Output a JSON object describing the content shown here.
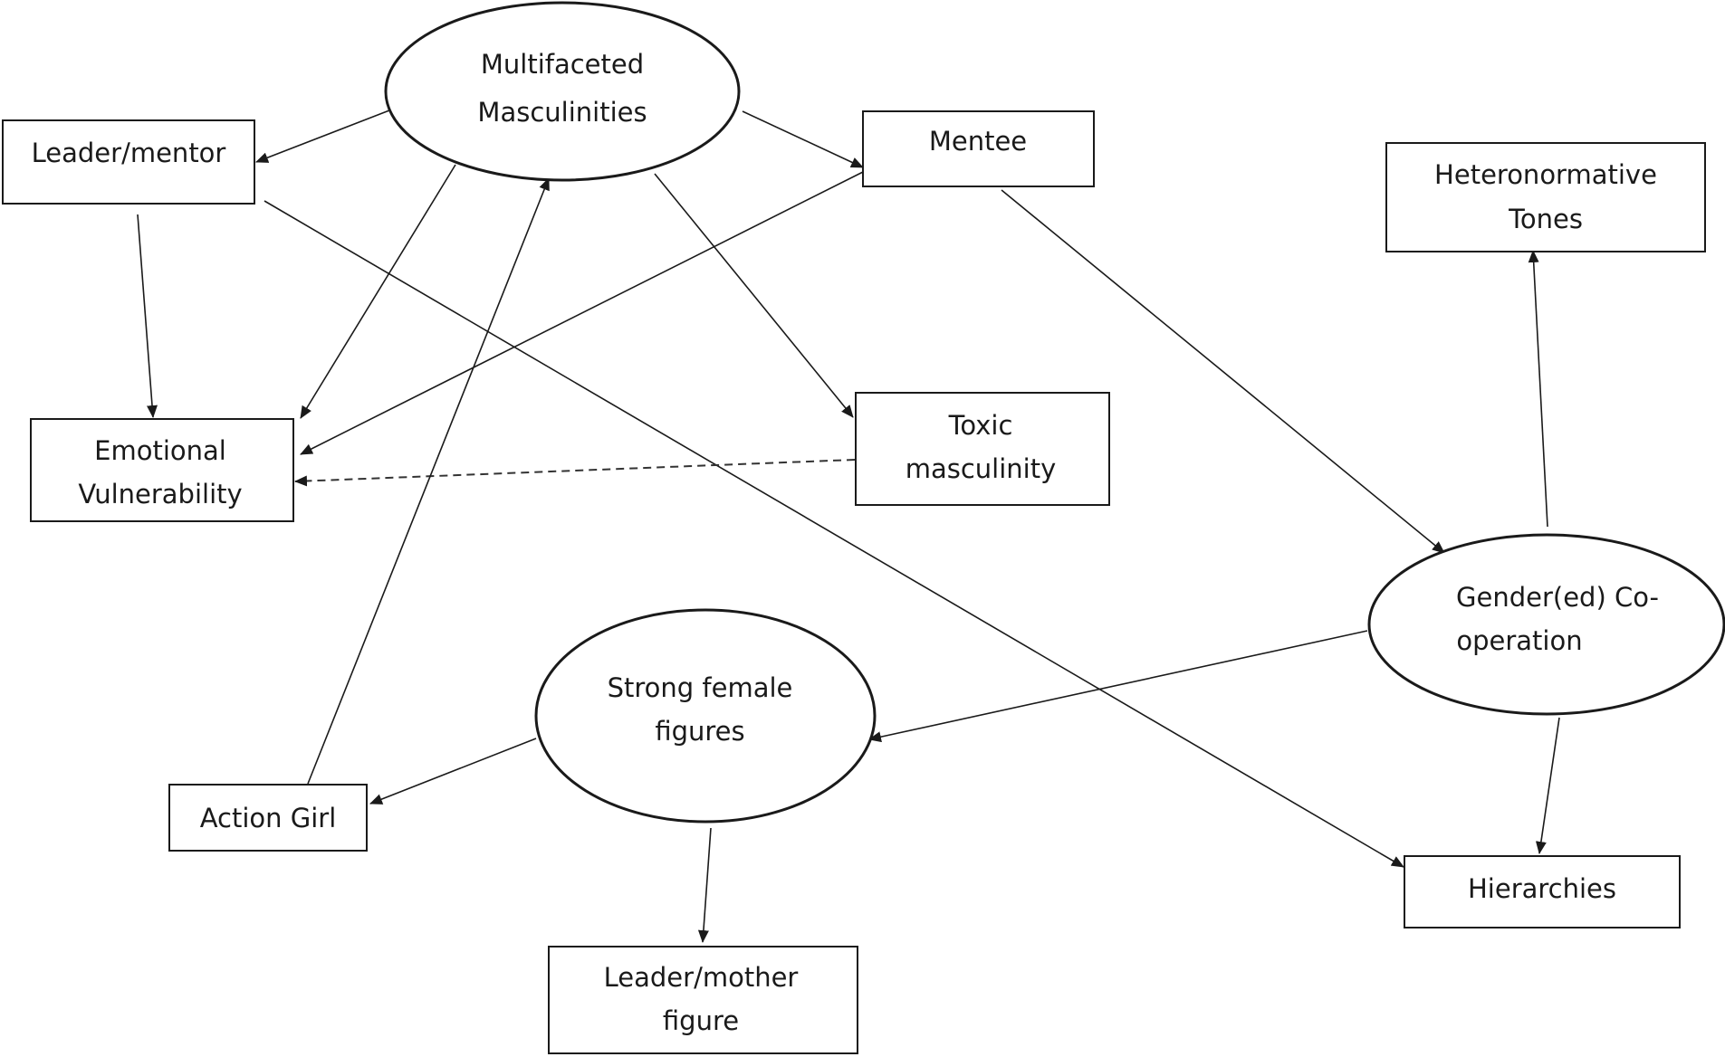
{
  "nodes": {
    "multifaceted": {
      "line1": "Multifaceted",
      "line2": "Masculinities"
    },
    "leader_mentor": {
      "line1": "Leader/mentor"
    },
    "mentee": {
      "line1": "Mentee"
    },
    "heteronormative": {
      "line1": "Heteronormative",
      "line2": "Tones"
    },
    "emotional": {
      "line1": "Emotional",
      "line2": "Vulnerability"
    },
    "toxic": {
      "line1": "Toxic",
      "line2": "masculinity"
    },
    "gendered": {
      "line1": "Gender(ed) Co-",
      "line2": "operation"
    },
    "strong_female": {
      "line1": "Strong female",
      "line2": "figures"
    },
    "action_girl": {
      "line1": "Action Girl"
    },
    "hierarchies": {
      "line1": "Hierarchies"
    },
    "leader_mother": {
      "line1": "Leader/mother",
      "line2": "figure"
    }
  },
  "edges": [
    {
      "from": "multifaceted",
      "to": "leader_mentor",
      "style": "solid"
    },
    {
      "from": "multifaceted",
      "to": "mentee",
      "style": "solid"
    },
    {
      "from": "multifaceted",
      "to": "emotional",
      "style": "solid"
    },
    {
      "from": "multifaceted",
      "to": "toxic",
      "style": "solid"
    },
    {
      "from": "leader_mentor",
      "to": "emotional",
      "style": "solid"
    },
    {
      "from": "leader_mentor",
      "to": "hierarchies",
      "style": "solid"
    },
    {
      "from": "mentee",
      "to": "emotional",
      "style": "solid"
    },
    {
      "from": "mentee",
      "to": "gendered",
      "style": "solid"
    },
    {
      "from": "toxic",
      "to": "emotional",
      "style": "dashed"
    },
    {
      "from": "action_girl",
      "to": "multifaceted",
      "style": "solid"
    },
    {
      "from": "gendered",
      "to": "heteronormative",
      "style": "solid"
    },
    {
      "from": "gendered",
      "to": "strong_female",
      "style": "solid"
    },
    {
      "from": "gendered",
      "to": "hierarchies",
      "style": "solid"
    },
    {
      "from": "strong_female",
      "to": "action_girl",
      "style": "solid"
    },
    {
      "from": "strong_female",
      "to": "leader_mother",
      "style": "solid"
    }
  ]
}
